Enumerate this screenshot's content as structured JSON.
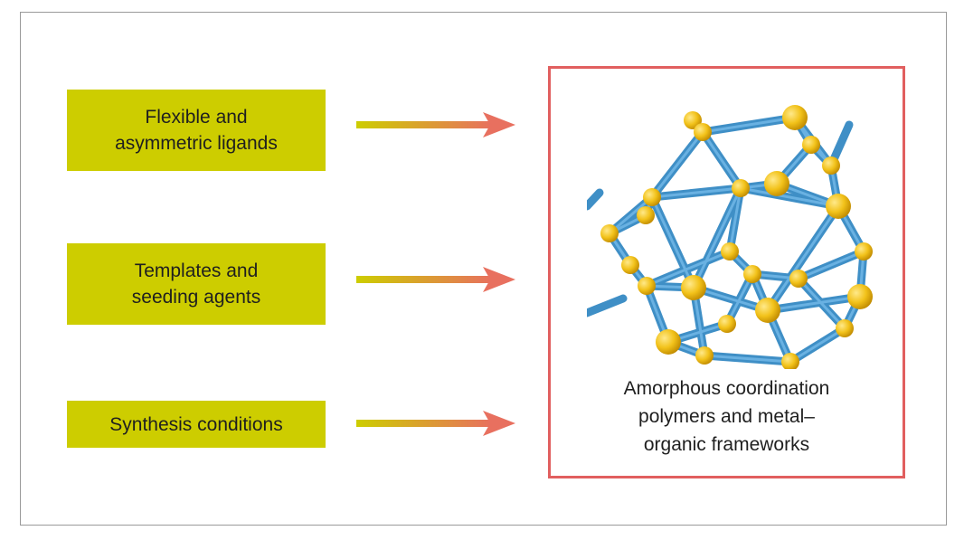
{
  "inputs": [
    {
      "label": "Flexible and\nasymmetric ligands"
    },
    {
      "label": "Templates and\nseeding agents"
    },
    {
      "label": "Synthesis conditions"
    }
  ],
  "result": {
    "label": "Amorphous coordination\npolymers and metal–\norganic frameworks"
  },
  "colors": {
    "input_box": "#cdcd00",
    "arrow_start": "#cdcd00",
    "arrow_end": "#e8705f",
    "result_border": "#e15f5f",
    "rod": "#4a9fd8",
    "node": "#f2c21a"
  },
  "icons": {
    "arrow": "right-arrow-icon",
    "structure": "coordination-polymer-network"
  }
}
